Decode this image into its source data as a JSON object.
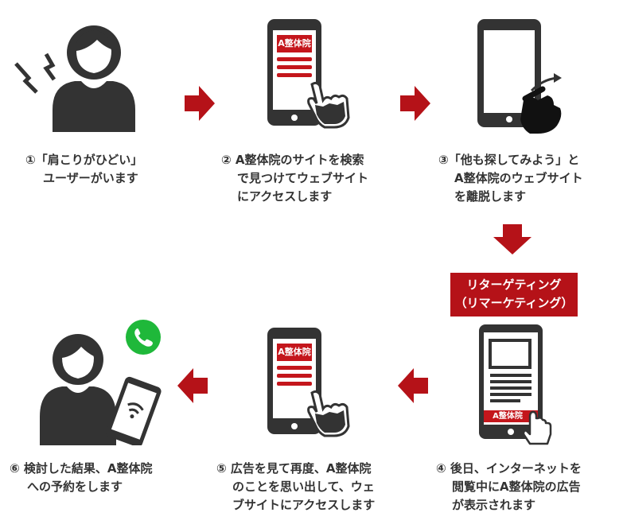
{
  "steps": [
    {
      "id": 1,
      "lines": [
        "①「肩こりがひどい」",
        "ユーザーがいます"
      ]
    },
    {
      "id": 2,
      "lines": [
        "② A整体院のサイトを検索",
        "で見つけてウェブサイト",
        "にアクセスします"
      ]
    },
    {
      "id": 3,
      "lines": [
        "③「他も探してみよう」と",
        "A整体院のウェブサイト",
        "を離脱します"
      ]
    },
    {
      "id": 4,
      "lines": [
        "④ 後日、インターネットを",
        "閲覧中にA整体院の広告",
        "が表示されます"
      ]
    },
    {
      "id": 5,
      "lines": [
        "⑤ 広告を見て再度、A整体院",
        "のことを思い出して、ウェ",
        "ブサイトにアクセスします"
      ]
    },
    {
      "id": 6,
      "lines": [
        "⑥ 検討した結果、A整体院",
        "への予約をします"
      ]
    }
  ],
  "phone_screen_label": "A整体院",
  "ad_banner_label": "A整体院",
  "retargeting": {
    "line1": "リターゲティング",
    "line2": "（リマーケティング）"
  },
  "colors": {
    "accent": "#b51218",
    "dark": "#333333",
    "call_green": "#1fb83a"
  }
}
